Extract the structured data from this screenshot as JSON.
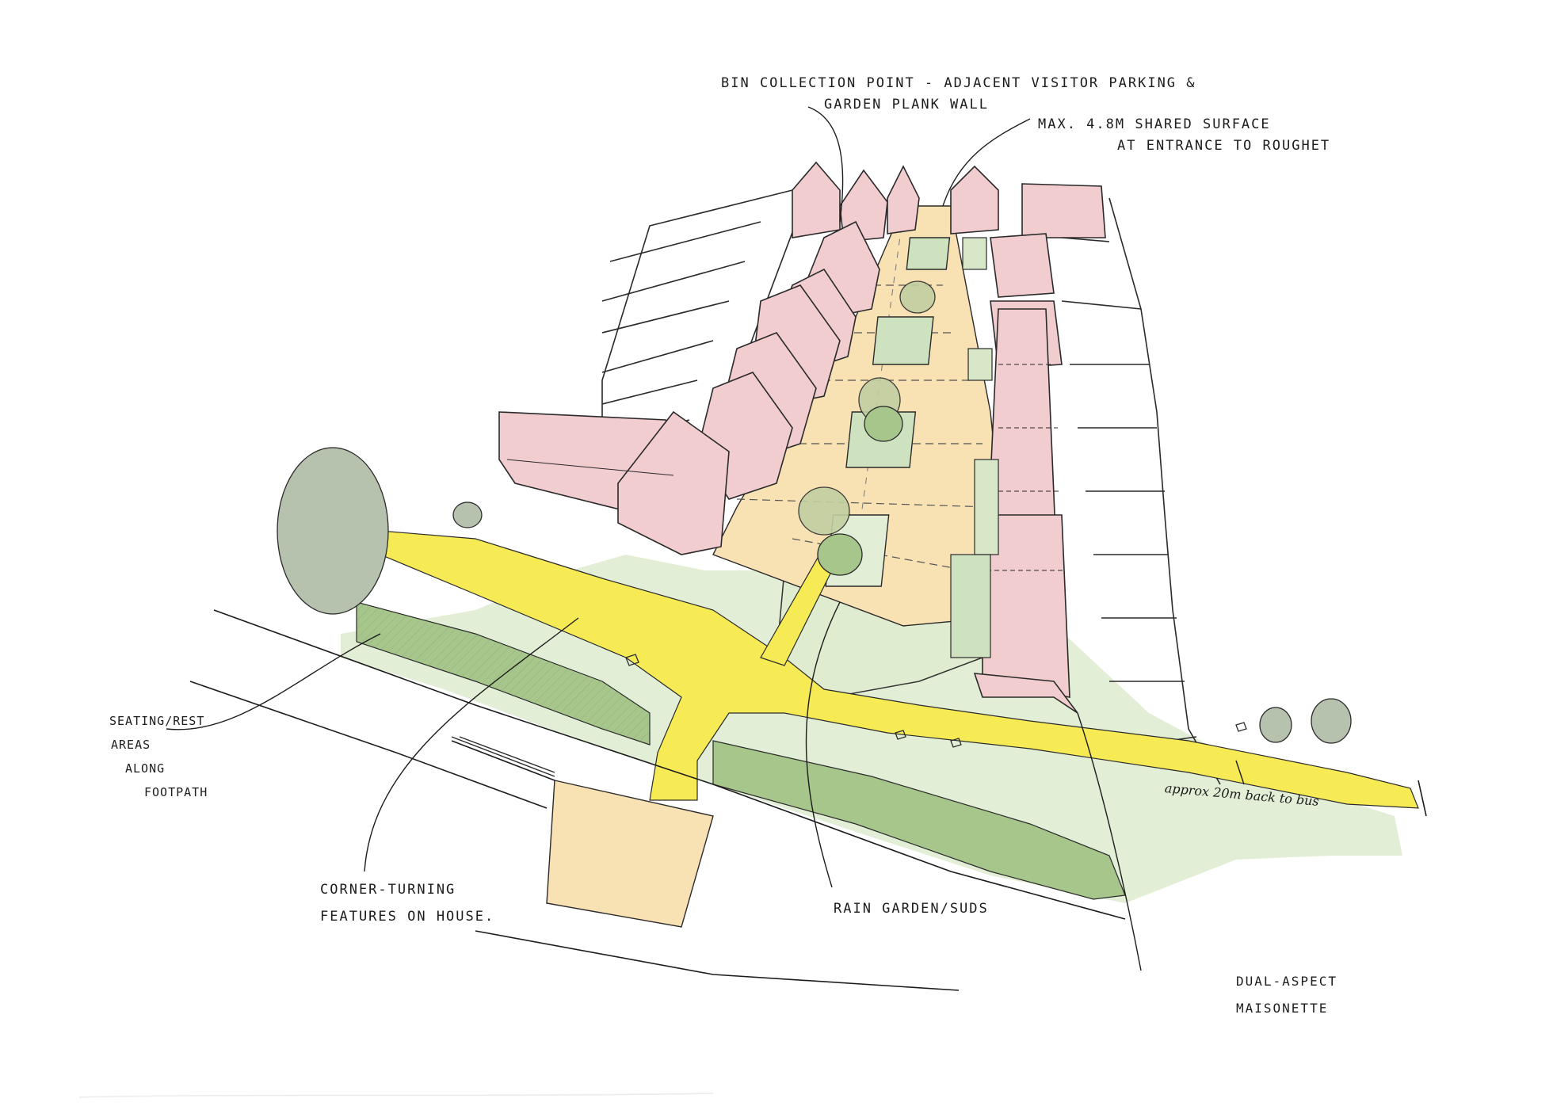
{
  "annotations": {
    "bin_collection": {
      "line1": "BIN COLLECTION POINT - ADJACENT VISITOR PARKING &",
      "line2": "GARDEN PLANK WALL"
    },
    "shared_surface": {
      "line1": "MAX. 4.8m SHARED SURFACE",
      "line2": "AT ENTRANCE TO ROUGHET"
    },
    "seating": {
      "line1": "SEATING/REST",
      "line2": "AREAS",
      "line3": "ALONG",
      "line4": "FOOTPATH"
    },
    "corner_turning": {
      "line1": "CORNER-TURNING",
      "line2": "FEATURES ON HOUSE."
    },
    "rain_garden": {
      "line1": "RAIN GARDEN/SUDS"
    },
    "dual_aspect": {
      "line1": "DUAL-ASPECT",
      "line2": "MAISONETTE"
    },
    "distance": "approx 20m back to bus"
  },
  "palette": {
    "house_fill": "#f2cdd0",
    "path_yellow": "#f6ea55",
    "street_beige": "#f8e2b4",
    "lawn_light": "#e3eed6",
    "hedge_green": "#a7c68b",
    "tree_grey": "#b6c2ad",
    "rain_garden": "#cfe2c0",
    "ink": "#1c1c1c"
  },
  "icons": [
    "tree-icon",
    "bench-icon",
    "house-icon"
  ]
}
